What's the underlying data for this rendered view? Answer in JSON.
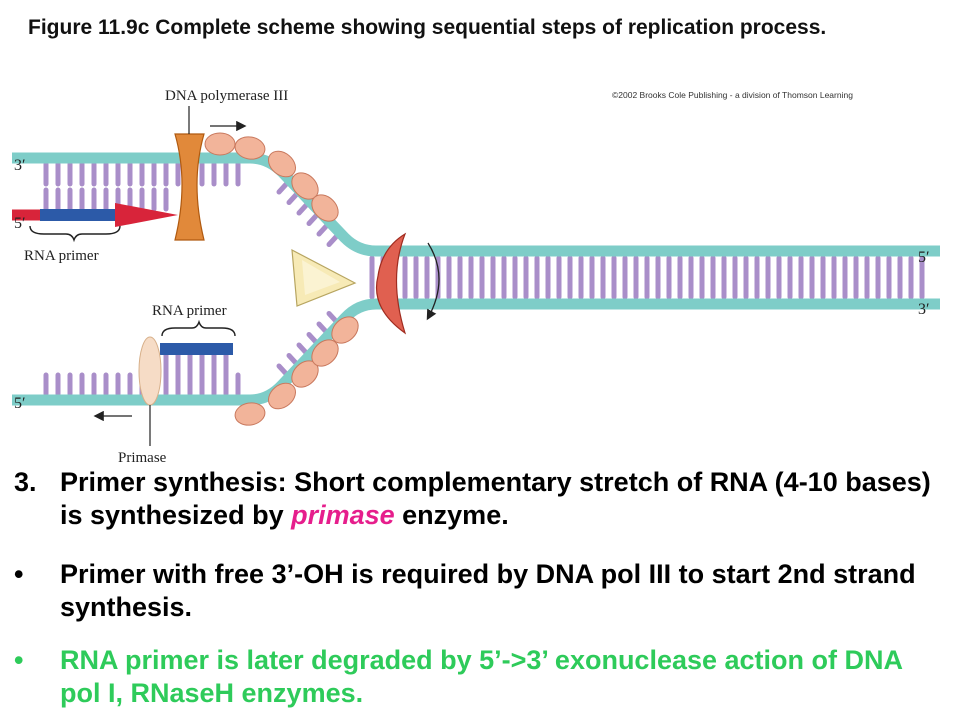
{
  "figure": {
    "caption": "Figure 11.9c Complete scheme showing sequential steps of replication process.",
    "copyright": "©2002 Brooks Cole Publishing - a division of Thomson Learning",
    "labels": {
      "dna_pol3": "DNA polymerase III",
      "rna_primer_top": "RNA primer",
      "rna_primer_bottom": "RNA primer",
      "primase": "Primase",
      "top_3": "3′",
      "top_5": "5′",
      "right_5": "5′",
      "right_3": "3′",
      "bottom_5": "5′"
    },
    "colors": {
      "strand": "#7ecdc8",
      "base": "#a98ec9",
      "rna_primer": "#2c5aa8",
      "new_strand": "#d8243a",
      "dna_polymerase": "#e1893a",
      "ssb_protein": "#f2b49a",
      "helicase": "#e06050",
      "primase": "#f6dcc6",
      "topoisomerase": "#f7eab6"
    }
  },
  "points": [
    {
      "marker": "3.",
      "text_before": "Primer synthesis: Short complementary stretch of RNA (4-10 bases) is synthesized by ",
      "emphasis": "primase",
      "text_after": " enzyme.",
      "color": "#111111"
    },
    {
      "marker": "•",
      "text": "Primer with free 3’-OH is required by DNA pol III to start 2nd strand synthesis.",
      "color": "#111111"
    },
    {
      "marker": "•",
      "text": "RNA primer is later degraded by 5’->3’ exonuclease action of DNA pol I, RNaseH enzymes.",
      "color": "#2ecb5a"
    }
  ]
}
